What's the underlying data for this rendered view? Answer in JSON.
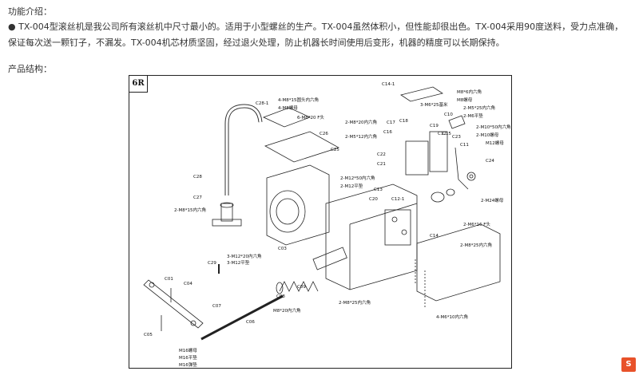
{
  "features": {
    "heading": "功能介绍：",
    "text": "● TX-004型滚丝机是我公司所有滚丝机中尺寸最小的。适用于小型螺丝的生产。TX-004虽然体积小，但性能却很出色。TX-004采用90度送料，受力点准确，保证每次送一颗钉子，不漏发。TX-004机芯材质坚固，经过退火处理，防止机器长时间使用后变形，机器的精度可以长期保持。"
  },
  "structure": {
    "heading": "产品结构："
  },
  "diagram": {
    "tag": "6R",
    "labels": {
      "c14_1": "C14-1",
      "c28_1": "C28-1",
      "l_m8_15": "4-M8*15圆头内六角",
      "l_m8_nut": "4-M8螺母",
      "l_m8_20f": "6-M8*20 F头",
      "c26": "C26",
      "c25": "C25",
      "c28": "C28",
      "c27": "C27",
      "l_m8_15b": "2-M8*15内六角",
      "c29": "C29",
      "c03": "C03",
      "l_m12_20": "3-M12*20内六角",
      "l_m12_flat": "3-M12平垫",
      "c01": "C01",
      "c04": "C04",
      "c07": "C07",
      "c06": "C06",
      "c05": "C05",
      "c08": "C08",
      "c09": "C09",
      "l_m8_20": "M8*20内六角",
      "l_m16_nut": "M16螺母",
      "l_m16_flat": "M16平垫",
      "l_m16_spring": "M16弹垫",
      "l_m6_25base": "3-M6*25基米",
      "l_m8_20b": "2-M8*20内六角",
      "l_m5_12": "2-M5*12内六角",
      "c17": "C17",
      "c18": "C18",
      "c16": "C16",
      "c19": "C19",
      "c22": "C22",
      "c21": "C21",
      "c12": "C12",
      "c13": "C13",
      "c20": "C20",
      "c12_1": "C12-1",
      "l_m12_50": "2-M12*50内六角",
      "l_m12_flat2": "2-M12平垫",
      "l_m8_6": "M8*6内六角",
      "l_m8_nut2": "M8螺母",
      "l_m5_25": "2-M5*25内六角",
      "l_m6_flat": "2-M6平垫",
      "c10": "C10",
      "c15": "C15",
      "c23": "C23",
      "c11": "C11",
      "l_m10_50": "2-M10*50内六角",
      "l_m10_nut": "2-M10螺母",
      "l_m12_nut": "M12螺母",
      "c24": "C24",
      "l_m24_nut": "2-M24螺母",
      "l_m6_16f": "2-M6*16 F头",
      "l_m8_25": "2-M8*25内六角",
      "c14": "C14",
      "l_m8_25b": "2-M8*25内六角",
      "l_m6_10": "4-M6*10内六角"
    }
  },
  "corner": {
    "logo_text": "S"
  }
}
